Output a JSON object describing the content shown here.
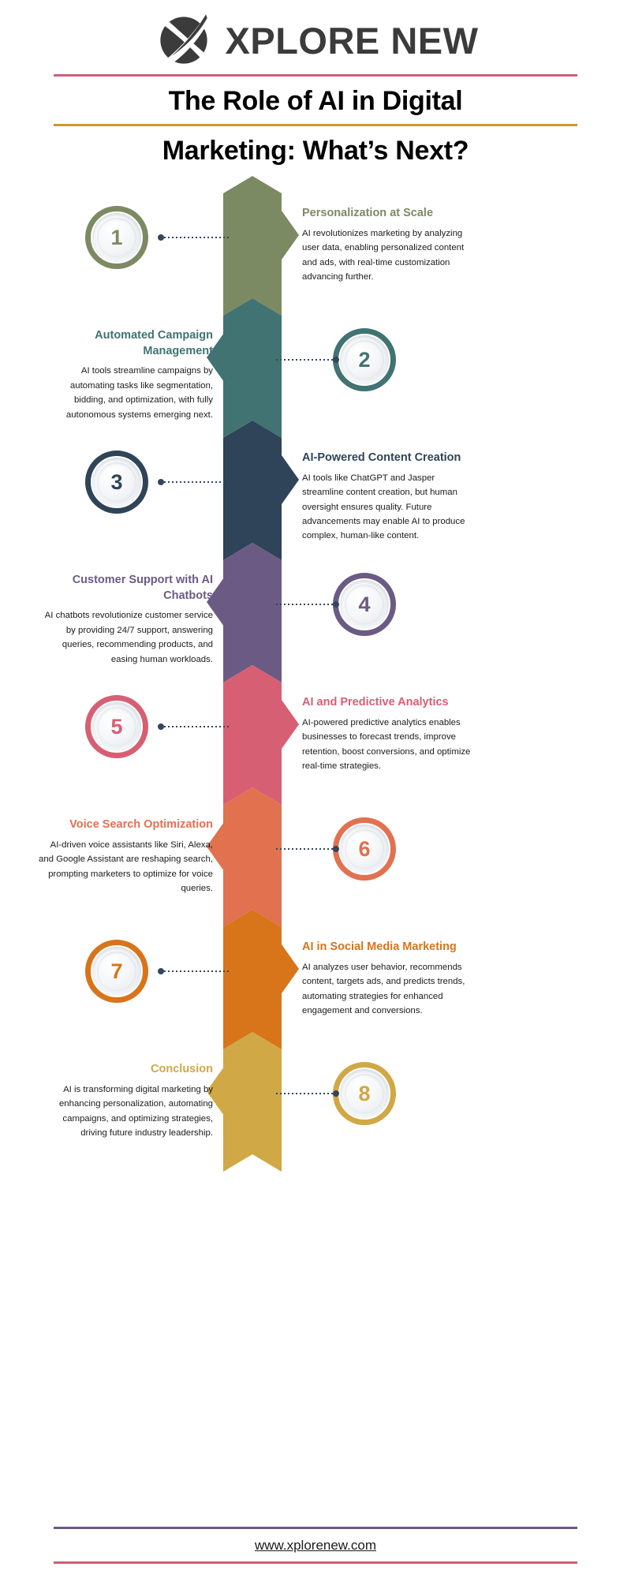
{
  "brand": {
    "name": "XPLORE NEW",
    "logo_icon": "xplore-globe-swoosh-logo",
    "rule_top_color": "#cf5f77",
    "rule_bottom_color": "#c99b28"
  },
  "title": {
    "line1": "The Role of AI in Digital",
    "line2": "Marketing: What’s Next?"
  },
  "steps": [
    {
      "number": "1",
      "heading": "Personalization at Scale",
      "body": "AI revolutionizes marketing by analyzing user data, enabling personalized content and ads, with real-time customization advancing further.",
      "color": "#7c8a63",
      "side": "right"
    },
    {
      "number": "2",
      "heading": "Automated Campaign Management",
      "body": "AI tools streamline campaigns by automating tasks like segmentation, bidding, and optimization, with fully autonomous systems emerging next.",
      "color": "#417372",
      "side": "left"
    },
    {
      "number": "3",
      "heading": "AI-Powered Content Creation",
      "body": "AI tools like ChatGPT and Jasper streamline content creation, but human oversight ensures quality. Future advancements may enable AI to produce complex, human-like content.",
      "color": "#2f4458",
      "side": "right"
    },
    {
      "number": "4",
      "heading": "Customer Support with AI Chatbots",
      "body": "AI chatbots revolutionize customer service by providing 24/7 support, answering queries, recommending products, and easing human workloads.",
      "color": "#6b5b84",
      "side": "left"
    },
    {
      "number": "5",
      "heading": "AI and Predictive Analytics",
      "body": "AI-powered predictive analytics enables businesses to forecast trends, improve retention, boost conversions, and optimize real-time strategies.",
      "color": "#d75f73",
      "side": "right"
    },
    {
      "number": "6",
      "heading": "Voice Search Optimization",
      "body": "AI-driven voice assistants like Siri, Alexa, and Google Assistant are reshaping search, prompting marketers to optimize for voice queries.",
      "color": "#e2714f",
      "side": "left"
    },
    {
      "number": "7",
      "heading": "AI in Social Media Marketing",
      "body": "AI analyzes user behavior, recommends content, targets ads, and predicts trends, automating strategies for enhanced engagement and conversions.",
      "color": "#d8741a",
      "side": "right"
    },
    {
      "number": "8",
      "heading": "Conclusion",
      "body": "AI is transforming digital marketing by enhancing personalization, automating campaigns, and optimizing strategies, driving future industry leadership.",
      "color": "#d0a845",
      "side": "left"
    }
  ],
  "footer": {
    "website": "www.xplorenew.com",
    "rule_top_color": "#6b5b84",
    "rule_bottom_color": "#cf5f77"
  }
}
